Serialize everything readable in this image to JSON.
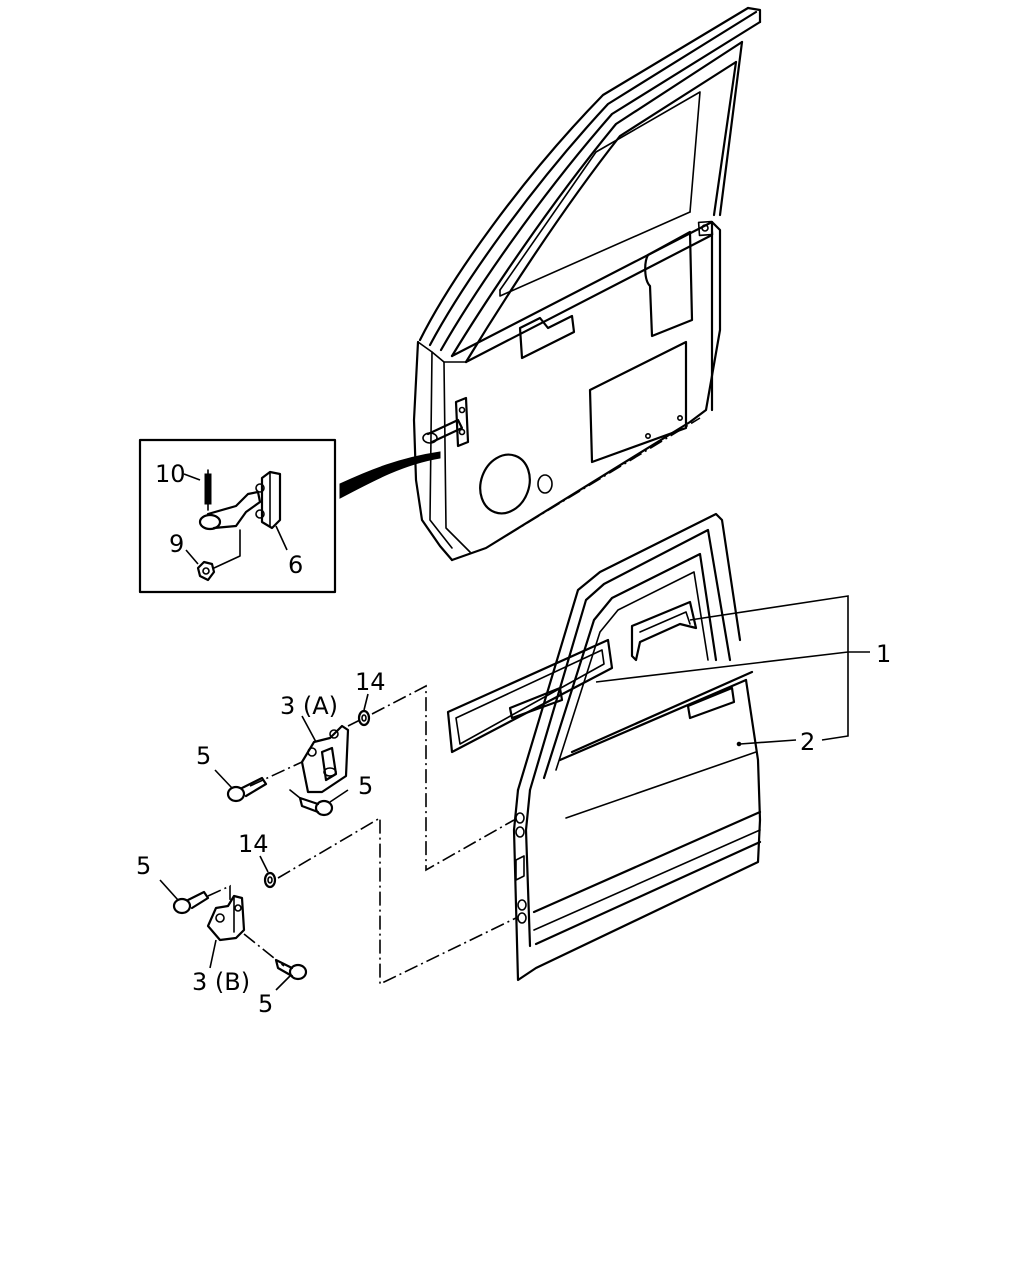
{
  "callouts": {
    "item_1": "1",
    "item_2": "2",
    "item_3a": "3 (A)",
    "item_3b": "3 (B)",
    "item_5_a": "5",
    "item_5_b": "5",
    "item_5_c": "5",
    "item_5_d": "5",
    "item_6": "6",
    "item_9": "9",
    "item_10": "10",
    "item_14_a": "14",
    "item_14_b": "14"
  }
}
